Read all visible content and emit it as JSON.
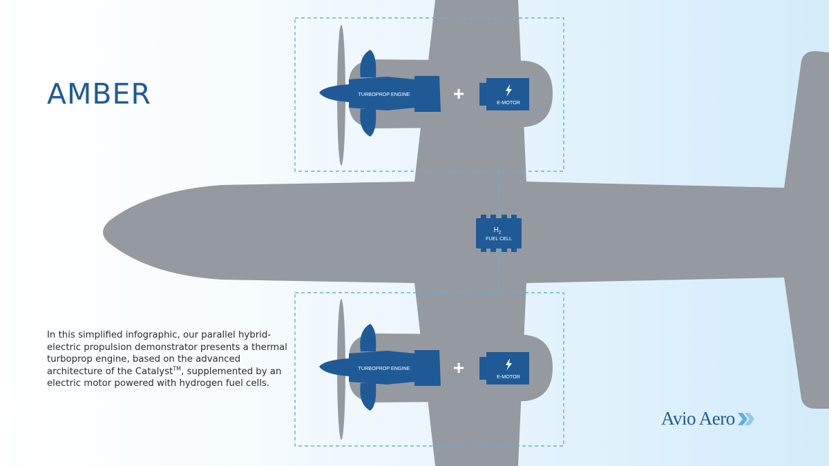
{
  "title": "AMBER",
  "description": {
    "before_tm": "In this simplified infographic, our parallel hybrid-electric propulsion demonstrator presents a thermal turboprop engine, based on the advanced architecture of the Catalyst",
    "tm": "TM",
    "after_tm": ", supplemented by an electric motor powered with hydrogen fuel cells."
  },
  "components": {
    "turboprop_label": "TURBOPROP ENGINE",
    "emotor_label": "E-MOTOR",
    "plus": "+",
    "fuel_cell_h": "H",
    "fuel_cell_sub": "2",
    "fuel_cell_label": "FUEL CELL"
  },
  "logo": {
    "text": "Avio Aero"
  },
  "colors": {
    "aircraft": "#959aa0",
    "component": "#1f5a96",
    "dashed": "#62aee0",
    "title": "#1f5a96"
  }
}
